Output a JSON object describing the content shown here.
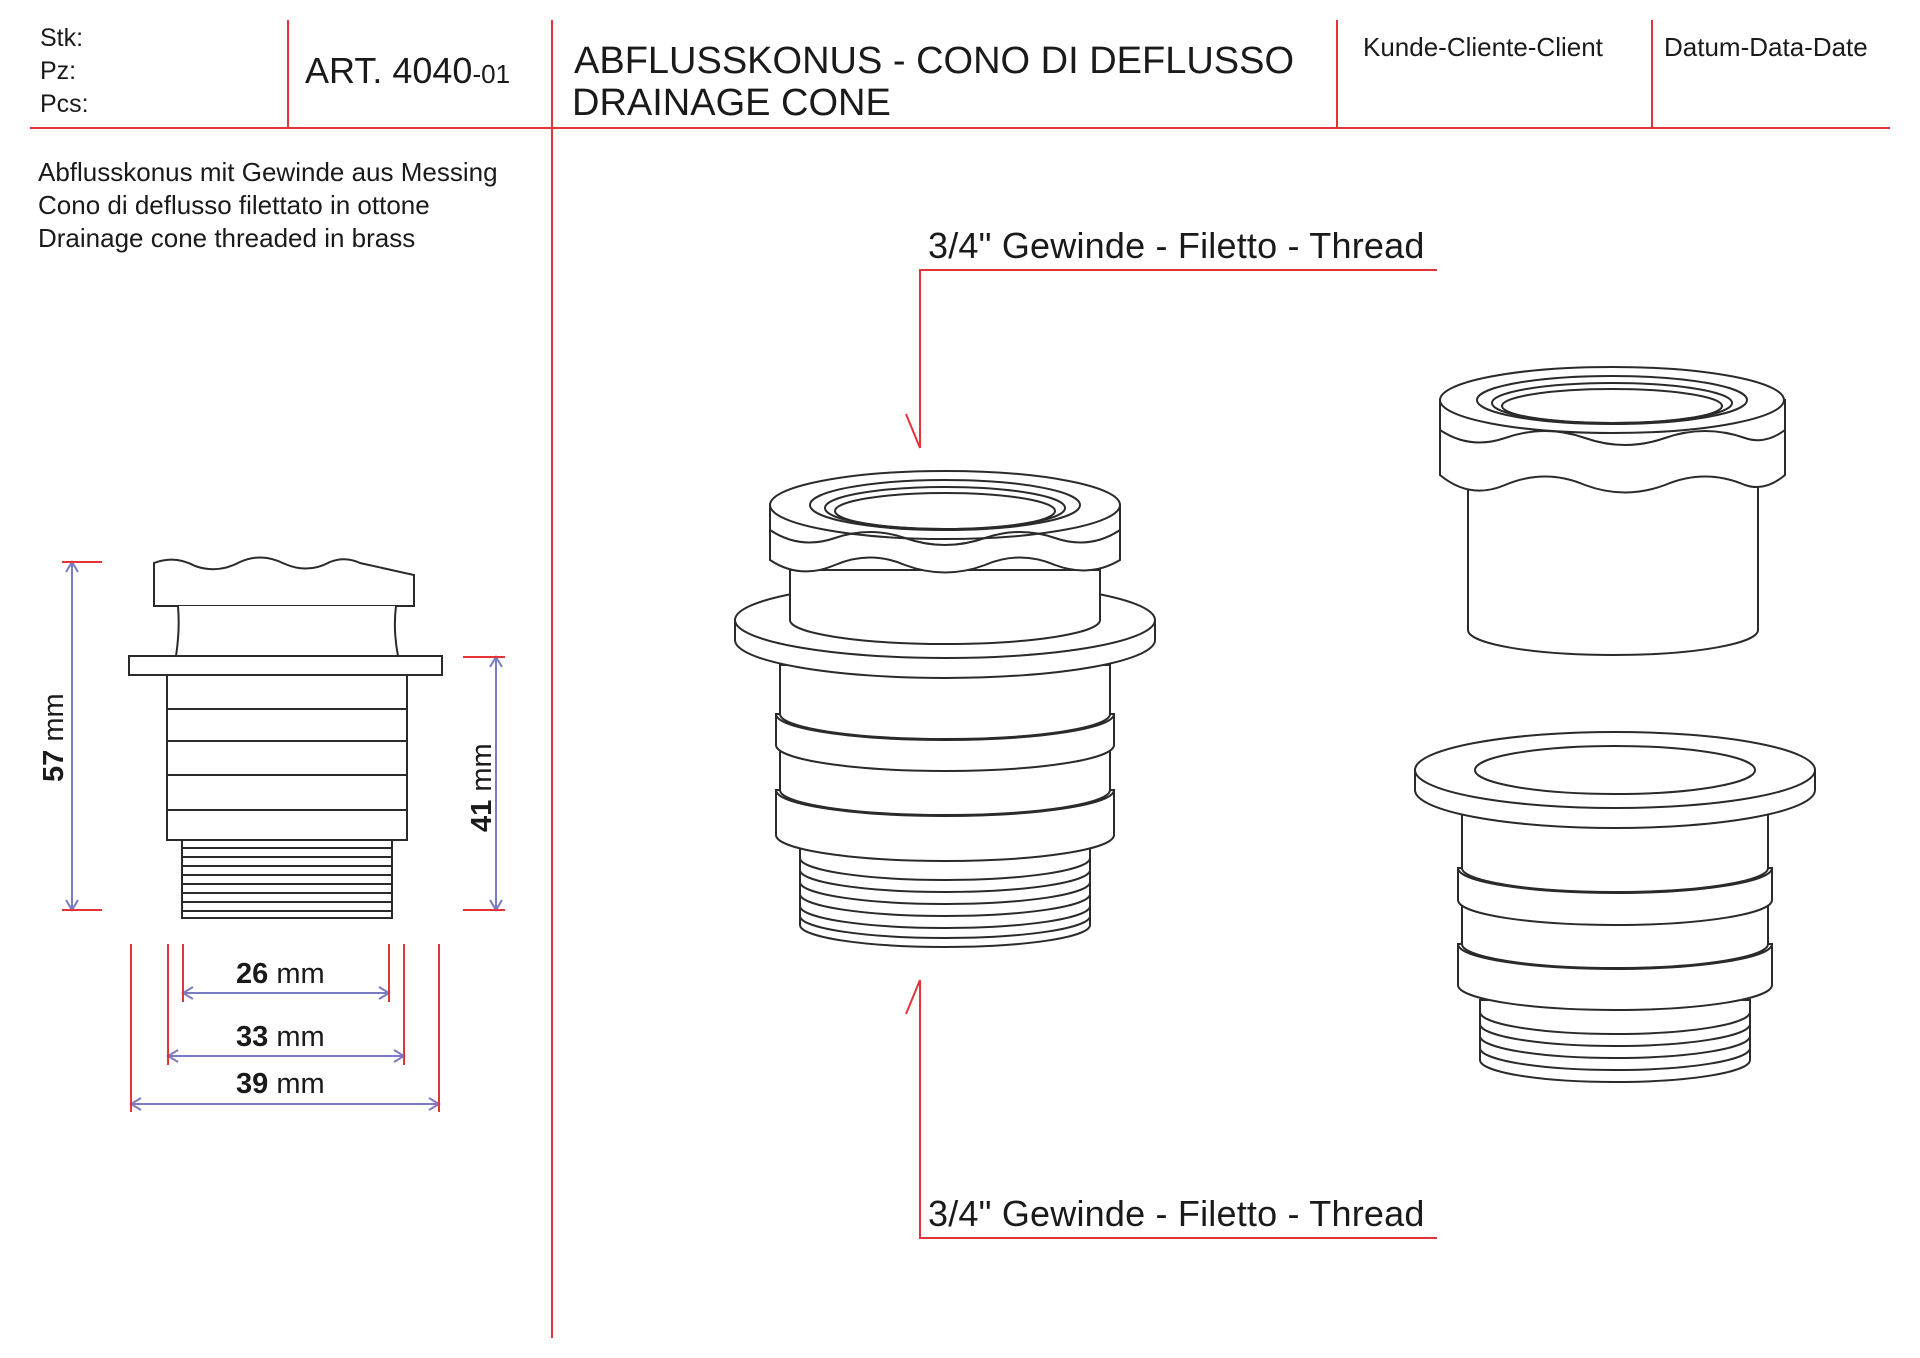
{
  "header": {
    "qty_labels": [
      "Stk:",
      "Pz:",
      "Pcs:"
    ],
    "article_main": "ART. 4040",
    "article_suffix": "-01",
    "title_line1": "ABFLUSSKONUS - CONO DI DEFLUSSO",
    "title_line2": "DRAINAGE CONE",
    "client_label": "Kunde-Cliente-Client",
    "date_label": "Datum-Data-Date"
  },
  "description": [
    "Abflusskonus mit Gewinde aus Messing",
    "Cono di deflusso filettato in ottone",
    "Drainage cone threaded in brass"
  ],
  "callouts": {
    "top": "3/4\"  Gewinde - Filetto - Thread",
    "bottom": "3/4\"  Gewinde - Filetto - Thread"
  },
  "dimensions": {
    "height_total": {
      "value": "57",
      "unit": " mm"
    },
    "height_body": {
      "value": "41",
      "unit": " mm"
    },
    "width_inner": {
      "value": "26",
      "unit": " mm"
    },
    "width_mid": {
      "value": "33",
      "unit": " mm"
    },
    "width_outer": {
      "value": "39",
      "unit": " mm"
    }
  },
  "colors": {
    "frame_red": "#e5333a",
    "dimension_blue": "#7b7bc4",
    "outline": "#2a2a2a"
  }
}
